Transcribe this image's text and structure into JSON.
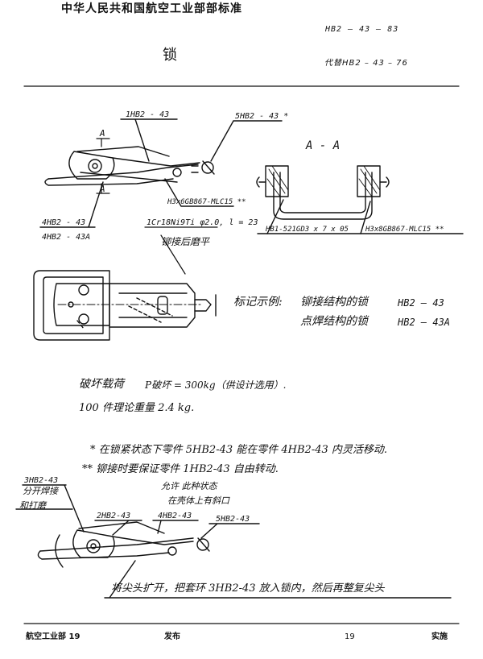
{
  "header": {
    "organization": "中华人民共和国航空工业部部标准",
    "standard_code": "HB2 – 43 – 83",
    "title": "锁",
    "replaces": "代替HB2 – 43 – 76"
  },
  "drawing_labels": {
    "part1": "1HB2 - 43",
    "part5_star": "5HB2 - 43 *",
    "section_mark_a_top": "A",
    "section_mark_a_bottom": "A",
    "rivet_spec": "H3x6GB867-MLC15 **",
    "part4": "4HB2 - 43",
    "part4a": "4HB2 - 43A",
    "material": "1Cr18Ni9Ti φ2.0, l = 23",
    "rivet_note": "铆接后磨平",
    "section_title": "A - A",
    "section_left": "HB1-521GD3 x 7 x 05",
    "section_right": "H3x8GB867-MLC15 **"
  },
  "marking_example": {
    "label": "标记示例:",
    "line1_text": "铆接结构的锁",
    "line1_code": "HB2 – 43",
    "line2_text": "点焊结构的锁",
    "line2_code": "HB2 – 43A"
  },
  "specs": {
    "load_label": "破坏载荷",
    "load_value": "P破坏 = 300kg（供设计选用）.",
    "weight": "100 件理论重量  2.4 kg."
  },
  "notes": {
    "note1": "* 在锁紧状态下零件 5HB2-43 能在零件 4HB2-43 内灵活移动.",
    "note2": "** 铆接时要保证零件 1HB2-43 自由转动."
  },
  "bottom_drawing": {
    "part3": "3HB2-43",
    "weld1": "分开焊接",
    "weld2": "和打磨",
    "allow1": "允许  此种状态",
    "allow2": "在壳体上有斜口",
    "part2": "2HB2-43",
    "part4": "4HB2-43",
    "part5": "5HB2-43",
    "instruction": "将尖头扩开，把套环 3HB2-43 放入锁内，然后再整复尖头"
  },
  "footer": {
    "ministry": "航空工业部 19",
    "issued": "发布",
    "year": "19",
    "implemented": "实施"
  }
}
